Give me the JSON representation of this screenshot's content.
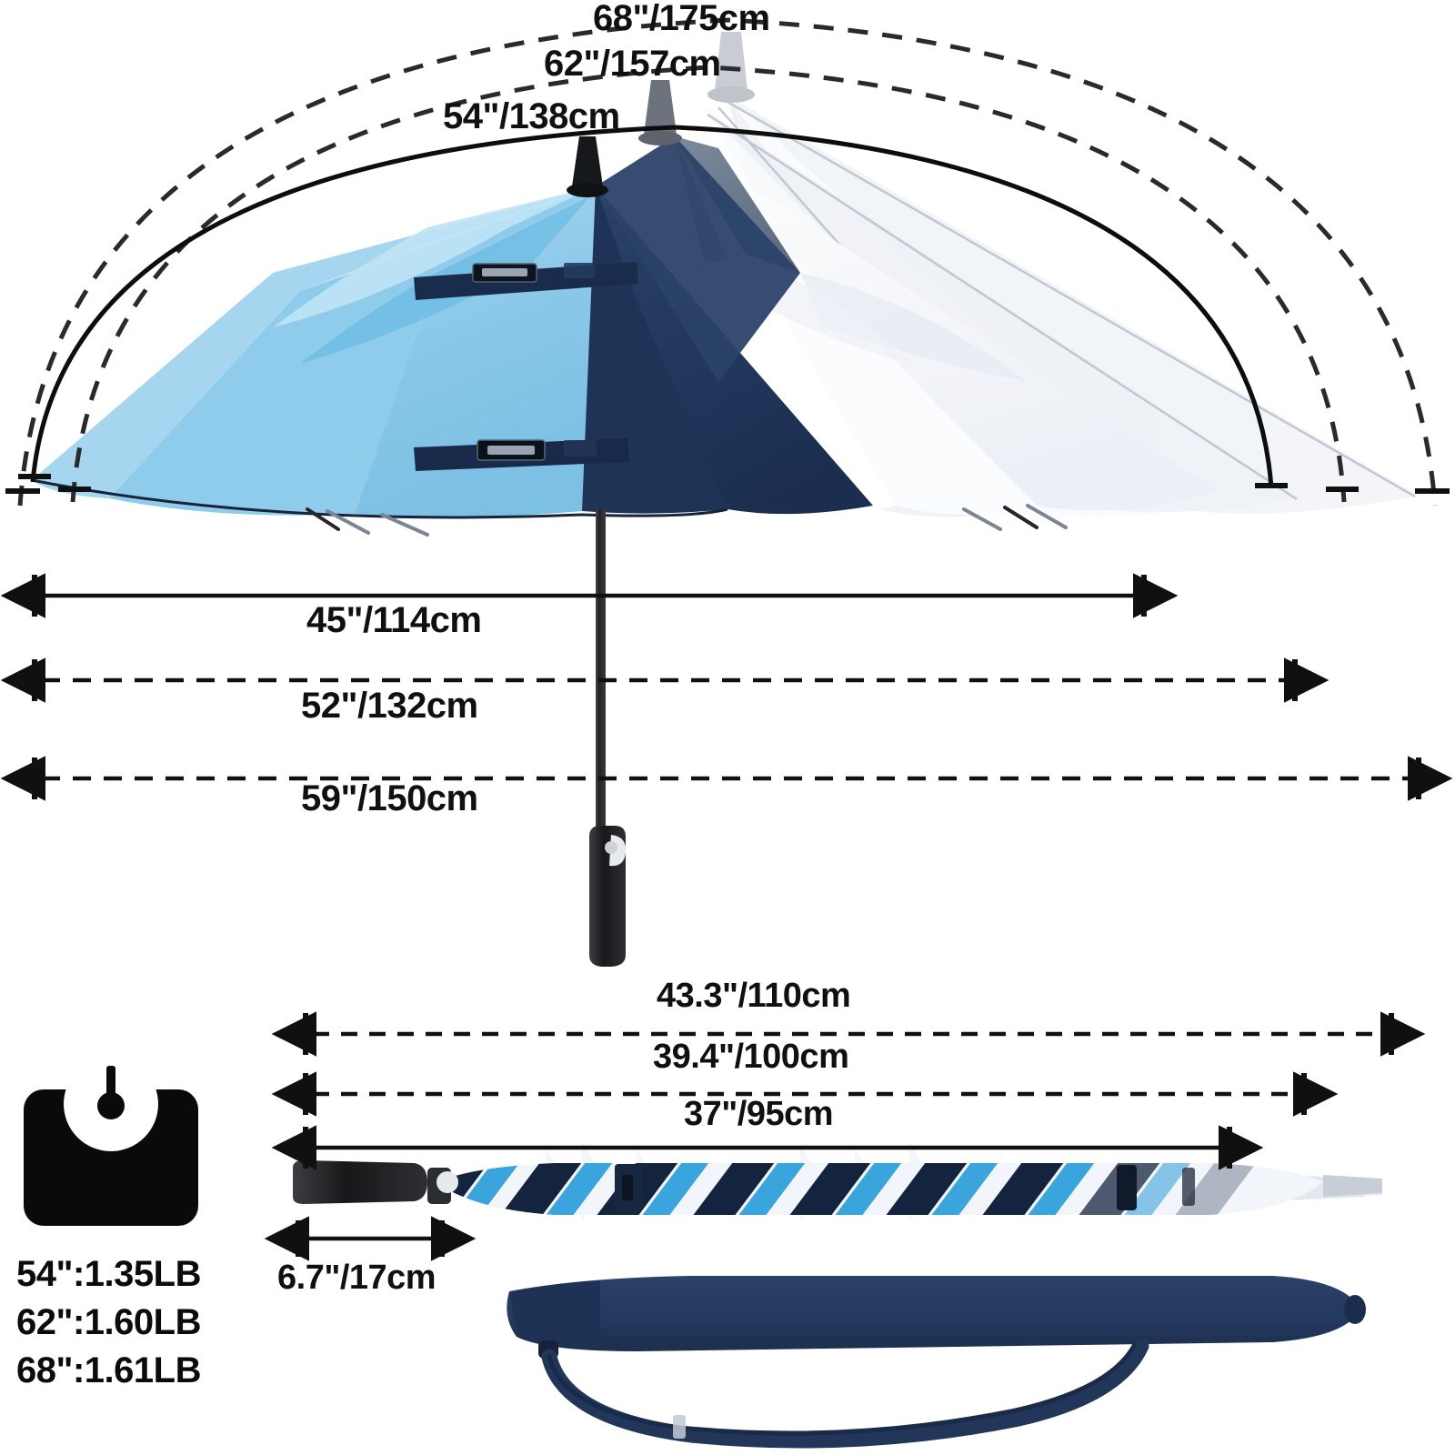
{
  "diagram": {
    "title": "Umbrella size and weight specification diagram",
    "product": "double canopy golf umbrella"
  },
  "arc_dimensions": [
    {
      "name": "arc-68",
      "label": "68\"/175cm",
      "size_in": 68,
      "size_cm": 175,
      "style": "dashed"
    },
    {
      "name": "arc-62",
      "label": "62\"/157cm",
      "size_in": 62,
      "size_cm": 157,
      "style": "dashed"
    },
    {
      "name": "arc-54",
      "label": "54\"/138cm",
      "size_in": 54,
      "size_cm": 138,
      "style": "solid"
    }
  ],
  "span_dimensions": [
    {
      "name": "span-45",
      "label": "45\"/114cm",
      "size_in": 45,
      "size_cm": 114,
      "style": "solid"
    },
    {
      "name": "span-52",
      "label": "52\"/132cm",
      "size_in": 52,
      "size_cm": 132,
      "style": "dashed"
    },
    {
      "name": "span-59",
      "label": "59\"/150cm",
      "size_in": 59,
      "size_cm": 150,
      "style": "dashed"
    }
  ],
  "folded_dimensions": [
    {
      "name": "folded-43",
      "label": "43.3\"/110cm",
      "size_in": 43.3,
      "size_cm": 110,
      "style": "dashed"
    },
    {
      "name": "folded-39",
      "label": "39.4\"/100cm",
      "size_in": 39.4,
      "size_cm": 100,
      "style": "dashed"
    },
    {
      "name": "folded-37",
      "label": "37\"/95cm",
      "size_in": 37,
      "size_cm": 95,
      "style": "solid"
    }
  ],
  "handle_dimension": {
    "name": "handle-length",
    "label": "6.7\"/17cm",
    "size_in": 6.7,
    "size_cm": 17,
    "style": "solid"
  },
  "weights": {
    "icon": "weight-scale-icon",
    "items": [
      {
        "label": "54\":1.35LB",
        "size_in": 54,
        "weight_lb": 1.35
      },
      {
        "label": "62\":1.60LB",
        "size_in": 62,
        "weight_lb": 1.6
      },
      {
        "label": "68\":1.61LB",
        "size_in": 68,
        "weight_lb": 1.61
      }
    ]
  },
  "colors": {
    "canopy_light_blue": "#89c7e8",
    "canopy_navy": "#20365b",
    "canopy_white": "#f2f4f8",
    "canopy_gray": "#5b6b80",
    "ghost_light": "#eceff4",
    "ghost_mid": "#d7dce3",
    "shaft_black": "#2a2a2c",
    "handle_black": "#1d1d1f",
    "case_navy": "#23395e",
    "dimension_black": "#101010",
    "stripe_blue": "#3aa4dd",
    "stripe_navy": "#14243f",
    "stripe_white": "#f4f6fa"
  },
  "parts": {
    "canopy": "umbrella-canopy",
    "shaft": "umbrella-shaft",
    "handle": "umbrella-handle",
    "finial": "umbrella-finial",
    "velcro_strap": "velcro-strap",
    "folded_umbrella": "folded-umbrella",
    "carry_case": "carrying-case",
    "shoulder_strap": "shoulder-strap"
  }
}
